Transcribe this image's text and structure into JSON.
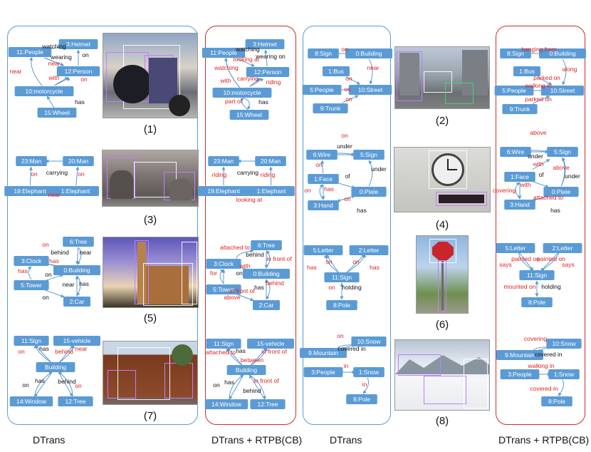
{
  "panels": [
    {
      "id": "p1",
      "label": "DTrans",
      "color": "#5b9bd5"
    },
    {
      "id": "p2",
      "label": "DTrans + RTPB(CB)",
      "color": "#d62a2a"
    },
    {
      "id": "p3",
      "label": "DTrans",
      "color": "#5b9bd5"
    },
    {
      "id": "p4",
      "label": "DTrans + RTPB(CB)",
      "color": "#d62a2a"
    }
  ],
  "captions": [
    "(1)",
    "(2)",
    "(3)",
    "(4)",
    "(5)",
    "(6)",
    "(7)",
    "(8)"
  ],
  "colors": {
    "node": "#5b9bd5",
    "edge": "#5b9bd5",
    "label_pred": "#111111",
    "label_alt": "#e02020"
  },
  "graphs": {
    "g1": {
      "nodes": [
        "3:Helmet",
        "11:People",
        "12:Person",
        "10:motorcycle",
        "15:Wheel"
      ],
      "edges": [
        {
          "text": "watching",
          "color": "#111111"
        },
        {
          "text": "wearing",
          "color": "#111111"
        },
        {
          "text": "on",
          "color": "#111111"
        },
        {
          "text": "near",
          "color": "#e02020"
        },
        {
          "text": "near",
          "color": "#e02020"
        },
        {
          "text": "with",
          "color": "#e02020"
        },
        {
          "text": "on",
          "color": "#e02020"
        },
        {
          "text": "has",
          "color": "#111111"
        }
      ]
    },
    "g2": {
      "nodes": [
        "3:Helmet",
        "11:People",
        "12:Person",
        "10:motorcycle",
        "15:Wheel"
      ],
      "edges": [
        {
          "text": "watching",
          "color": "#111111"
        },
        {
          "text": "wearing on",
          "color": "#111111"
        },
        {
          "text": "looking at",
          "color": "#e02020"
        },
        {
          "text": "watching",
          "color": "#e02020"
        },
        {
          "text": "carrying",
          "color": "#e02020"
        },
        {
          "text": "with",
          "color": "#e02020"
        },
        {
          "text": "riding",
          "color": "#e02020"
        },
        {
          "text": "part of",
          "color": "#e02020"
        },
        {
          "text": "has",
          "color": "#111111"
        }
      ]
    },
    "g3": {
      "nodes": [
        "8:Sign",
        "0:Building",
        "1:Bus",
        "5:People",
        "10:Street",
        "9:Trunk"
      ],
      "edges": [
        {
          "text": "on",
          "color": "#e02020"
        },
        {
          "text": "near",
          "color": "#e02020"
        },
        {
          "text": "on",
          "color": "#e02020"
        },
        {
          "text": "on",
          "color": "#e02020"
        },
        {
          "text": "on",
          "color": "#e02020"
        }
      ]
    },
    "g4": {
      "nodes": [
        "8:Sign",
        "0:Building",
        "1:Bus",
        "5:People",
        "10:Street",
        "9:Trunk"
      ],
      "edges": [
        {
          "text": "hanging from",
          "color": "#e02020"
        },
        {
          "text": "along",
          "color": "#e02020"
        },
        {
          "text": "parked on",
          "color": "#e02020"
        },
        {
          "text": "walking in",
          "color": "#e02020"
        },
        {
          "text": "parked on",
          "color": "#e02020"
        }
      ]
    },
    "g5": {
      "nodes": [
        "23:Man",
        "20:Man",
        "19:Elephant",
        "1:Elephant"
      ],
      "edges": [
        {
          "text": "on",
          "color": "#e02020"
        },
        {
          "text": "carrying",
          "color": "#111111"
        },
        {
          "text": "on",
          "color": "#e02020"
        },
        {
          "text": "near",
          "color": "#e02020"
        }
      ]
    },
    "g6": {
      "nodes": [
        "23:Man",
        "20:Man",
        "19:Elephant",
        "1:Elephant"
      ],
      "edges": [
        {
          "text": "riding",
          "color": "#e02020"
        },
        {
          "text": "carrying",
          "color": "#111111"
        },
        {
          "text": "riding",
          "color": "#e02020"
        },
        {
          "text": "looking at",
          "color": "#e02020"
        }
      ]
    },
    "g7": {
      "nodes": [
        "6:Wire",
        "5:Sign",
        "1:Face",
        "0:Plate",
        "3:Hand"
      ],
      "edges": [
        {
          "text": "on",
          "color": "#e02020"
        },
        {
          "text": "under",
          "color": "#111111"
        },
        {
          "text": "on",
          "color": "#e02020"
        },
        {
          "text": "under",
          "color": "#111111"
        },
        {
          "text": "of",
          "color": "#111111"
        },
        {
          "text": "has",
          "color": "#e02020"
        },
        {
          "text": "on",
          "color": "#e02020"
        },
        {
          "text": "on",
          "color": "#e02020"
        },
        {
          "text": "has",
          "color": "#111111"
        }
      ]
    },
    "g8": {
      "nodes": [
        "6:Wire",
        "5:Sign",
        "1:Face",
        "0:Plate",
        "3:Hand"
      ],
      "edges": [
        {
          "text": "above",
          "color": "#e02020"
        },
        {
          "text": "under",
          "color": "#111111"
        },
        {
          "text": "with",
          "color": "#e02020"
        },
        {
          "text": "above",
          "color": "#e02020"
        },
        {
          "text": "under",
          "color": "#111111"
        },
        {
          "text": "of",
          "color": "#111111"
        },
        {
          "text": "with",
          "color": "#e02020"
        },
        {
          "text": "covering",
          "color": "#e02020"
        },
        {
          "text": "attached to",
          "color": "#e02020"
        },
        {
          "text": "has",
          "color": "#111111"
        }
      ]
    },
    "g9": {
      "nodes": [
        "6:Tree",
        "3:Clock",
        "0:Building",
        "5:Tower",
        "2:Car"
      ],
      "edges": [
        {
          "text": "on",
          "color": "#e02020"
        },
        {
          "text": "behind",
          "color": "#111111"
        },
        {
          "text": "near",
          "color": "#111111"
        },
        {
          "text": "has",
          "color": "#e02020"
        },
        {
          "text": "has",
          "color": "#e02020"
        },
        {
          "text": "on",
          "color": "#111111"
        },
        {
          "text": "near",
          "color": "#111111"
        },
        {
          "text": "has",
          "color": "#111111"
        },
        {
          "text": "on",
          "color": "#111111"
        }
      ]
    },
    "g10": {
      "nodes": [
        "6:Tree",
        "3:Clock",
        "0:Building",
        "5:Tower",
        "2:Car"
      ],
      "edges": [
        {
          "text": "attached to",
          "color": "#e02020"
        },
        {
          "text": "behind",
          "color": "#111111"
        },
        {
          "text": "in front of",
          "color": "#e02020"
        },
        {
          "text": "with",
          "color": "#e02020"
        },
        {
          "text": "on",
          "color": "#111111"
        },
        {
          "text": "for",
          "color": "#e02020"
        },
        {
          "text": "has",
          "color": "#111111"
        },
        {
          "text": "behind",
          "color": "#e02020"
        },
        {
          "text": "in front of",
          "color": "#e02020"
        },
        {
          "text": "above",
          "color": "#e02020"
        }
      ]
    },
    "g11": {
      "nodes": [
        "5:Letter",
        "2:Letter",
        "11:Sign",
        "8:Pole"
      ],
      "edges": [
        {
          "text": "on",
          "color": "#e02020"
        },
        {
          "text": "on",
          "color": "#e02020"
        },
        {
          "text": "has",
          "color": "#e02020"
        },
        {
          "text": "has",
          "color": "#e02020"
        },
        {
          "text": "on",
          "color": "#e02020"
        },
        {
          "text": "holding",
          "color": "#111111"
        }
      ]
    },
    "g12": {
      "nodes": [
        "5:Letter",
        "2:Letter",
        "11:Sign",
        "8:Pole"
      ],
      "edges": [
        {
          "text": "painted on",
          "color": "#e02020"
        },
        {
          "text": "painted on",
          "color": "#e02020"
        },
        {
          "text": "says",
          "color": "#e02020"
        },
        {
          "text": "says",
          "color": "#e02020"
        },
        {
          "text": "mounted on",
          "color": "#e02020"
        },
        {
          "text": "holding",
          "color": "#111111"
        }
      ]
    },
    "g13": {
      "nodes": [
        "11:Sign",
        "15-vehicle",
        "Building",
        "14:Window",
        "12:Tree"
      ],
      "edges": [
        {
          "text": "on",
          "color": "#e02020"
        },
        {
          "text": "has",
          "color": "#111111"
        },
        {
          "text": "behind",
          "color": "#e02020"
        },
        {
          "text": "near",
          "color": "#e02020"
        },
        {
          "text": "on",
          "color": "#111111"
        },
        {
          "text": "has",
          "color": "#111111"
        },
        {
          "text": "behind",
          "color": "#111111"
        },
        {
          "text": "on",
          "color": "#e02020"
        }
      ]
    },
    "g14": {
      "nodes": [
        "11:Sign",
        "15-vehicle",
        "Building",
        "14:Window",
        "12:Tree"
      ],
      "edges": [
        {
          "text": "attached to",
          "color": "#e02020"
        },
        {
          "text": "has",
          "color": "#111111"
        },
        {
          "text": "between",
          "color": "#e02020"
        },
        {
          "text": "in front of",
          "color": "#e02020"
        },
        {
          "text": "on",
          "color": "#111111"
        },
        {
          "text": "has",
          "color": "#111111"
        },
        {
          "text": "in front of",
          "color": "#e02020"
        },
        {
          "text": "behind",
          "color": "#111111"
        }
      ]
    },
    "g15": {
      "nodes": [
        "10:Snow",
        "9.Mountain",
        "3:People",
        "1:Snow",
        "8:Pole"
      ],
      "edges": [
        {
          "text": "on",
          "color": "#e02020"
        },
        {
          "text": "covered in",
          "color": "#111111"
        },
        {
          "text": "in",
          "color": "#e02020"
        },
        {
          "text": "in",
          "color": "#e02020"
        }
      ]
    },
    "g16": {
      "nodes": [
        "10:Snow",
        "9.Mountain",
        "3:People",
        "1:Snow",
        "8:Pole"
      ],
      "edges": [
        {
          "text": "covering",
          "color": "#e02020"
        },
        {
          "text": "covered in",
          "color": "#111111"
        },
        {
          "text": "walking in",
          "color": "#e02020"
        },
        {
          "text": "covered in",
          "color": "#e02020"
        }
      ]
    }
  }
}
